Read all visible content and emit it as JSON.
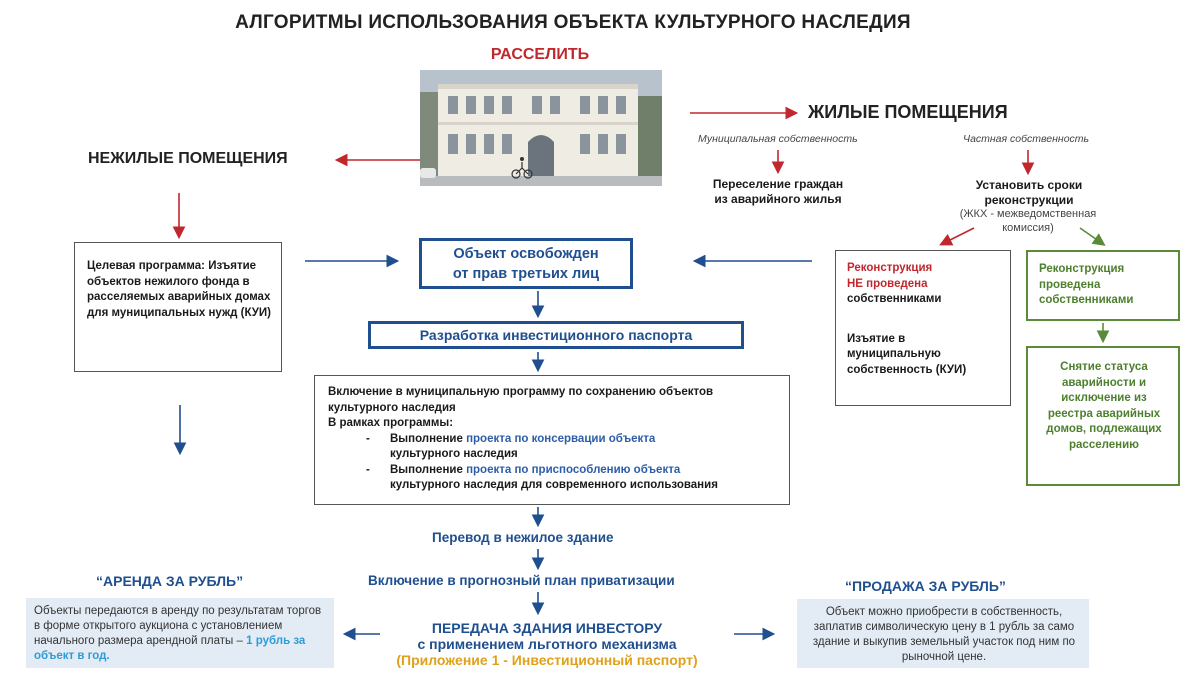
{
  "title": "АЛГОРИТМЫ ИСПОЛЬЗОВАНИЯ ОБЪЕКТА КУЛЬТУРНОГО НАСЛЕДИЯ",
  "resettle": "РАССЕЛИТЬ",
  "living_premises": "ЖИЛЫЕ ПОМЕЩЕНИЯ",
  "nonliving_premises": "НЕЖИЛЫЕ ПОМЕЩЕНИЯ",
  "municipal_ownership": "Муниципальная собственность",
  "private_ownership": "Частная собственность",
  "resettle_citizens": "Переселение граждан из аварийного жилья",
  "set_deadlines": "Установить сроки реконструкции",
  "commission_note": "(ЖКХ - межведомственная комиссия)",
  "target_program": "Целевая программа: Изъятие объектов нежилого фонда в расселяемых аварийных домах для муниципальных нужд (КУИ)",
  "freed_line1": "Объект освобожден",
  "freed_line2": "от прав третьих лиц",
  "investment_passport": "Разработка инвестиционного паспорта",
  "inclusion": {
    "heading": "Включение в муниципальную  программу по сохранению объектов культурного наследия",
    "within": "В рамках программы:",
    "items": [
      {
        "dash": "-",
        "prefix": "Выполнение ",
        "link": "проекта по консервации объекта",
        "rest": "культурного наследия"
      },
      {
        "dash": "-",
        "prefix": "Выполнение ",
        "link": "проекта по приспособлению  объекта",
        "rest": "культурного наследия для современного использования"
      }
    ]
  },
  "recon_not": {
    "red1": "Реконструкция",
    "red2": "НЕ проведена",
    "black": "собственниками",
    "seizure": "Изъятие в муниципальную собственность (КУИ)"
  },
  "recon_done": "Реконструкция проведена собственниками",
  "status_removal": "Снятие статуса аварийности и исключение из реестра аварийных домов, подлежащих расселению",
  "transfer_nonresidential": "Перевод в нежилое здание",
  "privatization": "Включение в прогнозный план приватизации",
  "investor_transfer": {
    "line1": "ПЕРЕДАЧА ЗДАНИЯ ИНВЕСТОРУ",
    "line2": "с применением льготного механизма",
    "appendix": "(Приложение 1 - Инвестиционный паспорт)"
  },
  "rent": {
    "title": "“АРЕНДА ЗА РУБЛЬ”",
    "text": "Объекты передаются в аренду по результатам торгов в форме открытого аукциона с установлением начального размера арендной платы – ",
    "highlight": "1 рубль за объект в год."
  },
  "sale": {
    "title": "“ПРОДАЖА ЗА РУБЛЬ”",
    "text": "Объект можно приобрести в собственность, заплатив символическую цену в 1 рубль за само здание и выкупив земельный участок под ним по рыночной цене."
  },
  "colors": {
    "blue": "#1f4f8f",
    "red": "#c0282d",
    "green": "#5a8a3a",
    "panel": "#e3ecf5",
    "highlight": "#2e9bd6",
    "appendix": "#e0a11a"
  }
}
